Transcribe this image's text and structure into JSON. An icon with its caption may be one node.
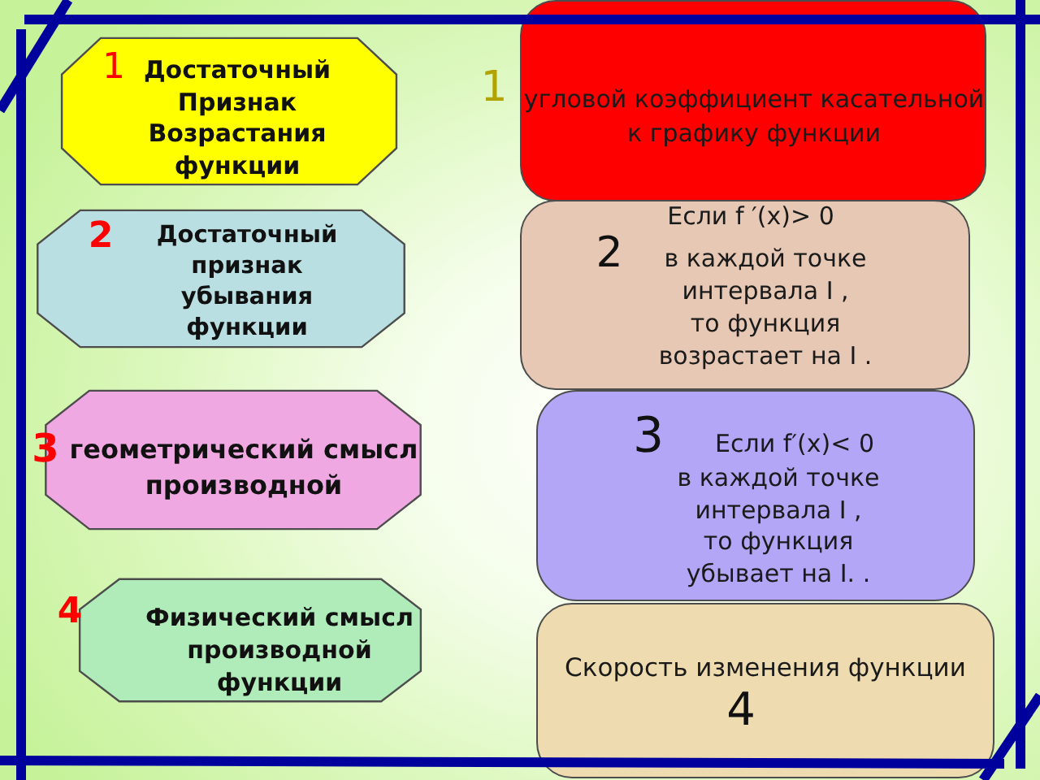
{
  "diagram": {
    "nodes": [
      {
        "text": [
          "1",
          "Достаточный Признак Возрастания функции"
        ]
      },
      {
        "text": [
          "1",
          "угловой коэффициент касательной к графику функции"
        ]
      },
      {
        "text": [
          "2",
          "Достаточный признак убывания функции"
        ]
      },
      {
        "text": [
          "Если f ′(x)> 0",
          "2",
          "в каждой точке интервала I , то функция возрастает на I ."
        ]
      },
      {
        "text": [
          "3",
          "геометрический смысл производной"
        ]
      },
      {
        "text": [
          "3",
          "Если f′(x)< 0",
          "в каждой точке интервала I , то функция убывает на I. ."
        ]
      },
      {
        "text": [
          "4",
          "Физический смысл производной функции"
        ]
      },
      {
        "text": [
          "Скорость изменения функции",
          "4"
        ]
      }
    ]
  }
}
